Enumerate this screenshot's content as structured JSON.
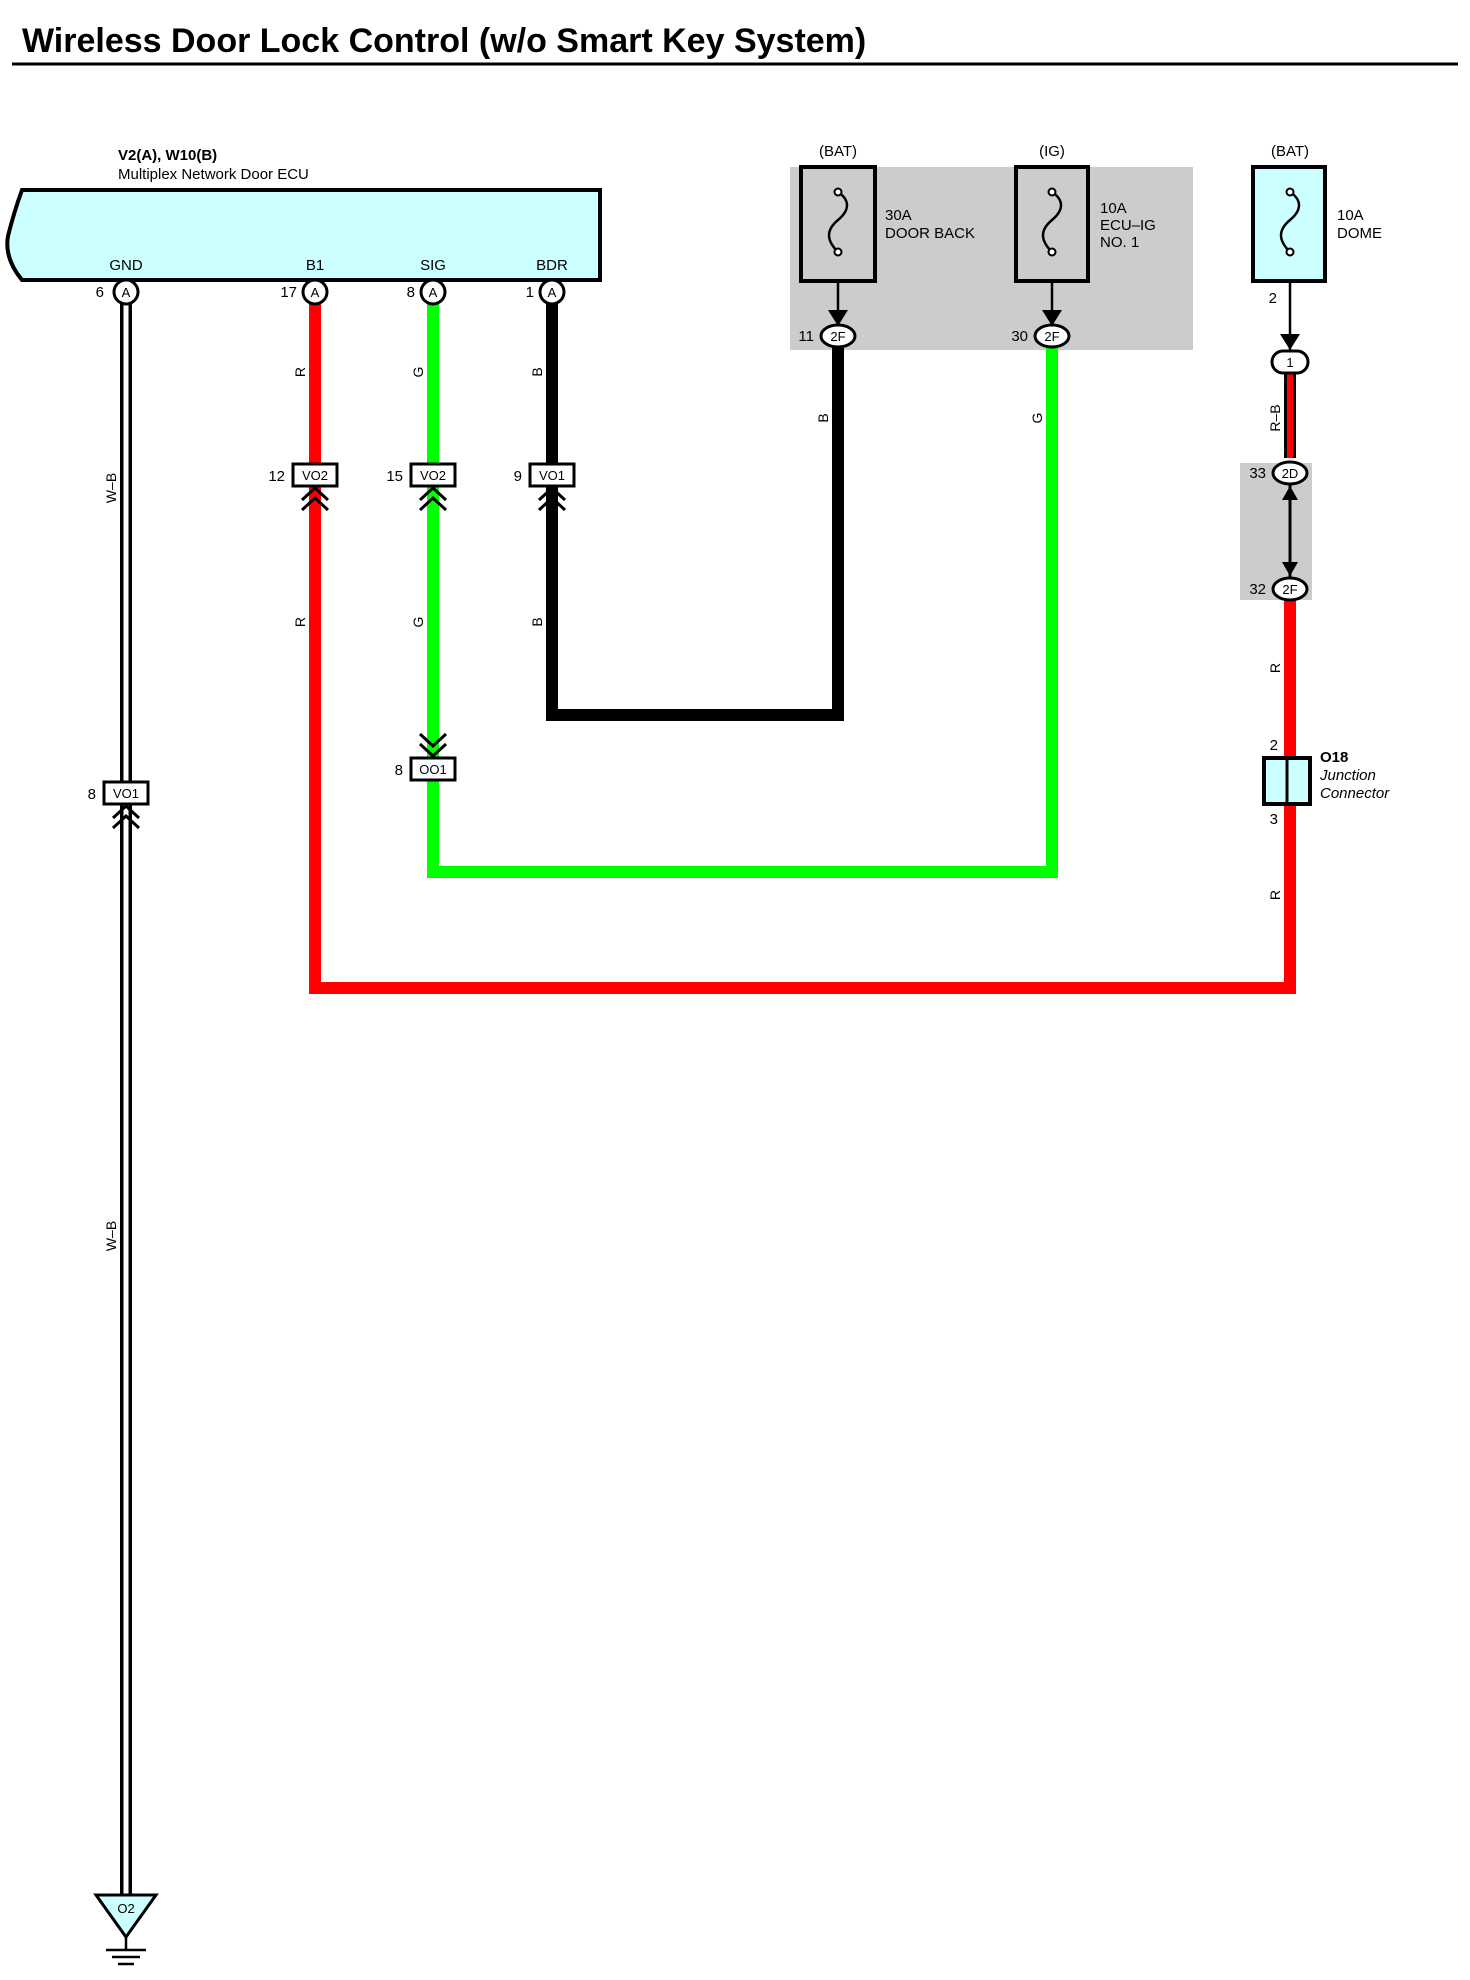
{
  "title": "Wireless Door Lock Control (w/o Smart Key System)",
  "ecu": {
    "id": "V2(A), W10(B)",
    "name": "Multiplex Network Door ECU",
    "pins": [
      {
        "name": "GND",
        "num": "6",
        "conn": "A"
      },
      {
        "name": "B1",
        "num": "17",
        "conn": "A"
      },
      {
        "name": "SIG",
        "num": "8",
        "conn": "A"
      },
      {
        "name": "BDR",
        "num": "1",
        "conn": "A"
      }
    ]
  },
  "fuses": [
    {
      "supply": "(BAT)",
      "rating": "30A",
      "name_lines": [
        "DOOR BACK"
      ],
      "out_pin": "11",
      "out_conn": "2F"
    },
    {
      "supply": "(IG)",
      "rating": "10A",
      "name_lines": [
        "ECU–IG",
        "NO. 1"
      ],
      "out_pin": "30",
      "out_conn": "2F"
    },
    {
      "supply": "(BAT)",
      "rating": "10A",
      "name_lines": [
        "DOME"
      ],
      "out_pin": "2",
      "out_conn": "1"
    }
  ],
  "inline_connectors": [
    {
      "pin": "12",
      "code": "VO2"
    },
    {
      "pin": "15",
      "code": "VO2"
    },
    {
      "pin": "9",
      "code": "VO1"
    },
    {
      "pin": "8",
      "code": "VO1"
    },
    {
      "pin": "8",
      "code": "OO1"
    },
    {
      "pin": "33",
      "code": "2D"
    },
    {
      "pin": "32",
      "code": "2F"
    }
  ],
  "junction": {
    "id": "O18",
    "name_lines": [
      "Junction",
      "Connector"
    ],
    "pin_in": "2",
    "pin_out": "3"
  },
  "ground": {
    "code": "O2"
  },
  "wire_colors": {
    "R": "#ff0000",
    "G": "#00ff00",
    "B": "#000000",
    "W-B": "#ffffff",
    "R-B": "#ff0000"
  },
  "wire_labels": [
    "W–B",
    "R",
    "G",
    "B",
    "R–B"
  ],
  "colors": {
    "ecu_fill": "#ccffff",
    "shade": "#cccccc",
    "red": "#ff0000",
    "green": "#00ff00",
    "black": "#000000"
  }
}
